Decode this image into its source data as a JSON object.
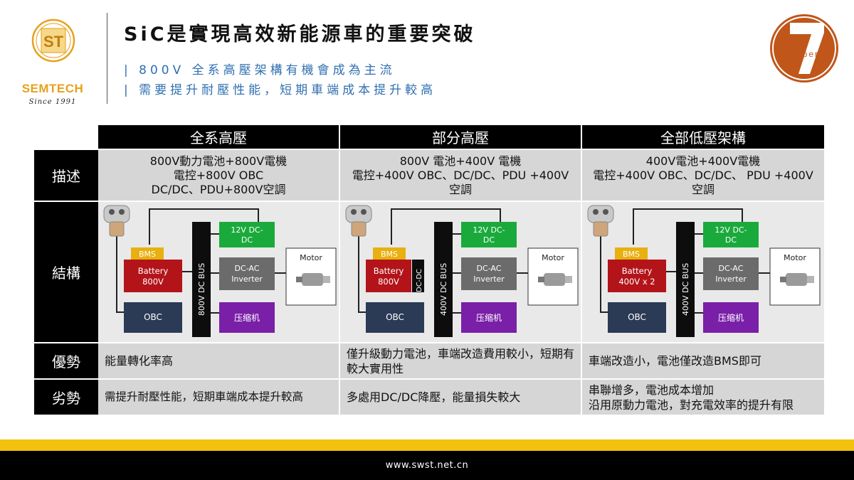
{
  "header": {
    "title": "SiC是實現高效新能源車的重要突破",
    "subtitle_1": "| 800V 全系高壓架構有機會成為主流",
    "subtitle_2": "| 需要提升耐壓性能，短期車端成本提升較高"
  },
  "logo": {
    "name": "SEMTECH",
    "since": "Since 1991",
    "emblem_text": "ST"
  },
  "badge": {
    "number": "7",
    "text": "Super"
  },
  "table": {
    "columns": [
      "全系高壓",
      "部分高壓",
      "全部低壓架構"
    ],
    "row_labels": {
      "description": "描述",
      "structure": "結構",
      "advantage": "優勢",
      "disadvantage": "劣勢"
    },
    "description": [
      [
        "800V動力電池+800V電機",
        "電控+800V OBC",
        "DC/DC、PDU+800V空調"
      ],
      [
        "800V 電池+400V 電機",
        "電控+400V OBC、DC/DC、PDU +400V",
        "空調"
      ],
      [
        "400V電池+400V電機",
        "電控+400V OBC、DC/DC、 PDU +400V",
        "空調"
      ]
    ],
    "advantage": [
      "能量轉化率高",
      "僅升級動力電池，車端改造費用較小，短期有較大實用性",
      "車端改造小，電池僅改造BMS即可"
    ],
    "disadvantage": [
      "需提升耐壓性能，短期車端成本提升較高",
      "多處用DC/DC降壓，能量損失較大",
      "串聯增多，電池成本增加 沿用原動力電池，對充電效率的提升有限"
    ],
    "disadvantage_lines_3": [
      "串聯增多，電池成本增加",
      "沿用原動力電池，對充電效率的提升有限"
    ]
  },
  "diagrams": [
    {
      "bms": "BMS",
      "battery_1": "Battery",
      "battery_2": "800V",
      "bus": "800V DC BUS",
      "dcdc_1": "12V DC-",
      "dcdc_2": "DC",
      "inverter_1": "DC-AC",
      "inverter_2": "Inverter",
      "obc": "OBC",
      "compressor": "压缩机",
      "motor": "Motor"
    },
    {
      "bms": "BMS",
      "battery_1": "Battery",
      "battery_2": "800V",
      "bus": "400V DC BUS",
      "dcdc_1": "12V DC-",
      "dcdc_2": "DC",
      "inverter_1": "DC-AC",
      "inverter_2": "Inverter",
      "obc": "OBC",
      "compressor": "压缩机",
      "motor": "Motor",
      "extra": "DC-DC"
    },
    {
      "bms": "BMS",
      "battery_1": "Battery",
      "battery_2": "400V x 2",
      "bus": "400V DC BUS",
      "dcdc_1": "12V DC-",
      "dcdc_2": "DC",
      "inverter_1": "DC-AC",
      "inverter_2": "Inverter",
      "obc": "OBC",
      "compressor": "压缩机",
      "motor": "Motor"
    }
  ],
  "footer": {
    "url": "www.swst.net.cn"
  },
  "colors": {
    "brand_gold": "#e7a11b",
    "badge_orange": "#c0561a",
    "subtitle_blue": "#2f6fb0",
    "battery_red": "#b3141a",
    "bms_yellow": "#e8b010",
    "dcdc_green": "#1aaa3c",
    "compressor_purple": "#7a1fa8",
    "obc_navy": "#2b3a55",
    "footer_yellow": "#f2c20e"
  }
}
